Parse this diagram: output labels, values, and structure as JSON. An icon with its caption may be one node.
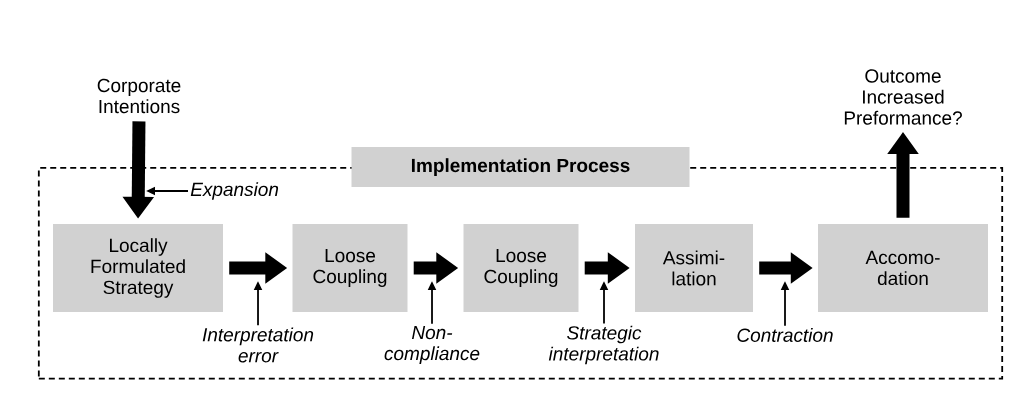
{
  "diagram": {
    "nodes": [
      {
        "text": [
          "Implementation Process"
        ]
      },
      {
        "text": [
          "Corporate Intentions"
        ]
      },
      {
        "text": [
          "Locally Formulated Strategy"
        ],
        "in": 0
      },
      {
        "text": [
          "Loose Coupling"
        ],
        "in": 0
      },
      {
        "text": [
          "Loose Coupling"
        ],
        "in": 0
      },
      {
        "text": [
          "Assimi- lation"
        ],
        "in": 0
      },
      {
        "text": [
          "Accomo- dation"
        ],
        "in": 0
      },
      {
        "text": [
          "Outcome Increased Preformance?"
        ]
      },
      {
        "text": [
          "Expansion"
        ],
        "in": 0
      },
      {
        "text": [
          "Interpretation error"
        ],
        "in": 0
      },
      {
        "text": [
          "Non- compliance"
        ],
        "in": 0
      },
      {
        "text": [
          "Strategic interpretation"
        ],
        "in": 0
      },
      {
        "text": [
          "Contraction"
        ],
        "in": 0
      }
    ],
    "edges": [
      {
        "from": 1,
        "to": 2,
        "arrow": "to"
      },
      {
        "from": 2,
        "to": 3,
        "arrow": "to"
      },
      {
        "from": 3,
        "to": 4,
        "arrow": "to"
      },
      {
        "from": 4,
        "to": 5,
        "arrow": "to"
      },
      {
        "from": 5,
        "to": 6,
        "arrow": "to"
      },
      {
        "from": 6,
        "to": 7,
        "arrow": "to"
      },
      {
        "from": 8,
        "to": null,
        "arrow": "to"
      },
      {
        "from": 9,
        "to": null,
        "arrow": "to"
      },
      {
        "from": 10,
        "to": null,
        "arrow": "to"
      },
      {
        "from": 11,
        "to": null,
        "arrow": "to"
      },
      {
        "from": 12,
        "to": null,
        "arrow": "to"
      }
    ]
  }
}
